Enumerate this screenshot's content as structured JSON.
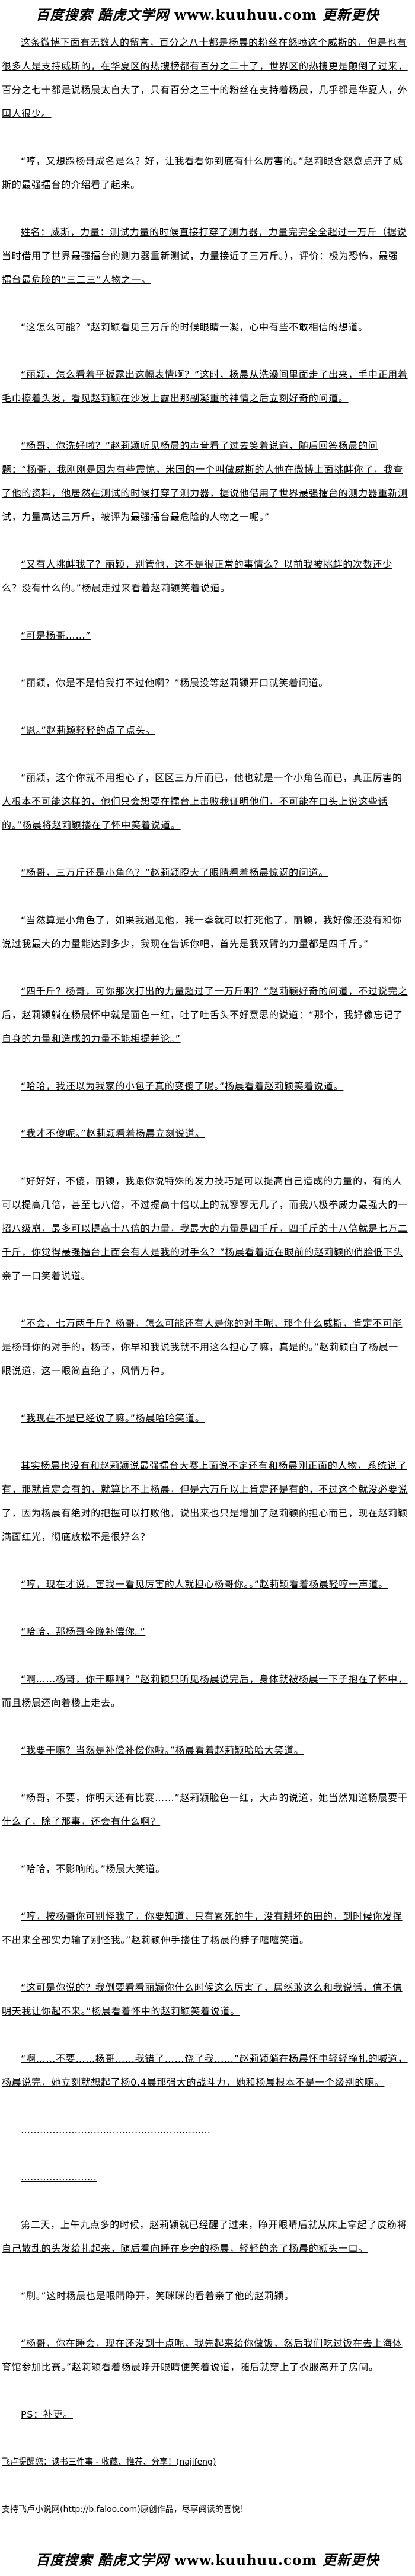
{
  "header_logo": {
    "cn_left": "百度搜索 酷虎文学网",
    "url": "www.kuuhuu.com",
    "cn_right": "更新更快"
  },
  "paragraphs": [
    "这条微博下面有无数人的留言，百分之八十都是杨晨的粉丝在怒喷这个威斯的，但是也有很多人是支持威斯的，在华夏区的热搜榜都有百分之二十了，世界区的热搜更是颠倒了过来，百分之七十都是说杨晨太自大了，只有百分之三十的粉丝在支持着杨晨，几乎都是华夏人，外国人很少。",
    "“哼，又想踩杨哥成名是么？好，让我看看你到底有什么厉害的。”赵莉眼含怒意点开了威斯的最强擂台的介绍看了起来。",
    "姓名：威斯，力量：测试力量的时候直接打穿了测力器，力量完完全全超过一万斤（据说当时借用了世界最强擂台的测力器重新测试，力量接近了三万斤。），评价：极为恐怖，最强擂台最危险的“三二三”人物之一。",
    "“这怎么可能？”赵莉颖看见三万斤的时候眼睛一凝，心中有些不敢相信的想道。",
    "“丽颖，怎么看着平板露出这幅表情啊？”这时，杨晨从洗澡间里面走了出来，手中正用着毛巾擦着头发，看见赵莉颖在沙发上露出那副凝重的神情之后立刻好奇的问道。",
    "“杨哥，你洗好啦？”赵莉颖听见杨晨的声音看了过去笑着说道，随后回答杨晨的问题：“杨哥，我刚刚是因为有些震惊，米国的一个叫做威斯的人他在微博上面挑衅你了，我查了他的资料，他居然在测试的时候打穿了测力器，据说他借用了世界最强擂台的测力器重新测试，力量高达三万斤，被评为最强擂台最危险的人物之一呢。”",
    "“又有人挑衅我了？丽颖，别管他，这不是很正常的事情么？以前我被挑衅的次数还少么？没有什么的。”杨晨走过来看着赵莉颖笑着说道。",
    "“可是杨哥……”",
    "“丽颖，你是不是怕我打不过他啊？”杨晨没等赵莉颖开口就笑着问道。",
    "“恩。”赵莉颖轻轻的点了点头。",
    "“丽颖，这个你就不用担心了，区区三万斤而已，他也就是一个小角色而已，真正厉害的人根本不可能这样的，他们只会想要在擂台上击败我证明他们，不可能在口头上说这些话的。”杨晨将赵莉颖搂在了怀中笑着说道。",
    "“杨哥，三万斤还是小角色？”赵莉颖瞪大了眼睛看着杨晨惊讶的问道。",
    "“当然算是小角色了，如果我遇见他，我一拳就可以打死他了，丽颖，我好像还没有和你说过我最大的力量能达到多少，我现在告诉你吧，首先是我双臂的力量都是四千斤。”",
    "“四千斤？杨哥，可你那次打出的力量超过了一万斤啊？”赵莉颖好奇的问道，不过说完之后，赵莉颖躺在杨晨怀中就是面色一红，吐了吐舌头不好意思的说道：“那个，我好像忘记了自身的力量和造成的力量不能相提并论。”",
    "“哈哈，我还以为我家的小包子真的变傻了呢。”杨晨看着赵莉颖笑着说道。",
    "“我才不傻呢。”赵莉颖看着杨晨立刻说道。",
    "“好好好，不傻，丽颖，我跟你说特殊的发力技巧是可以提高自己造成的力量的，有的人可以提高几倍，甚至七八倍，不过提高十倍以上的就寥寥无几了，而我八极拳威力最强大的一招八级崩，最多可以提高十八倍的力量，我最大的力量是四千斤，四千斤的十八倍就是七万二千斤，你觉得最强擂台上面会有人是我的对手么？”杨晨看着近在眼前的赵莉颖的俏脸低下头亲了一口笑着说道。",
    "“不会，七万两千斤？杨哥，怎么可能还有人是你的对手呢，那个什么威斯，肯定不可能是杨哥你的对手的，杨哥，你早和我说我就不用这么担心了嘛，真是的。”赵莉颖白了杨晨一眼说道，这一眼简直绝了，风情万种。",
    "“我现在不是已经说了嘛。”杨晨哈哈笑道。",
    "其实杨晨也没有和赵莉颖说最强擂台大赛上面说不定还有和杨晨刚正面的人物，系统说了有，那就肯定会有的，就算比不上杨晨，但是六万斤以上肯定还是有的，不过这个就没必要说了，因为杨晨有绝对的把握可以打败他，说出来也只是增加了赵莉颖的担心而已，现在赵莉颖满面红光，彻底放松不是很好么？",
    "“哼，现在才说，害我一看见厉害的人就担心杨哥你。。”赵莉颖看着杨晨轻哼一声道。",
    "“哈哈，那杨哥今晚补偿你。”",
    "“啊……杨哥，你干嘛啊？”赵莉颖只听见杨晨说完后，身体就被杨晨一下子抱在了怀中，而且杨晨还向着楼上走去。",
    "“我要干嘛？当然是补偿补偿你啦。”杨晨看着赵莉颖哈哈大笑道。",
    "“杨哥，不要，你明天还有比赛……”赵莉颖脸色一红，大声的说道，她当然知道杨晨要干什么了，除了那事，还会有什么啊？",
    "“哈哈，不影响的。”杨晨大笑道。",
    "“哼，按杨哥你可别怪我了，你要知道，只有累死的牛，没有耕坏的田的，到时候你发挥不出来全部实力输了别怪我。”赵莉颖伸手搂住了杨晨的脖子嘻嘻笑道。",
    "“这可是你说的？我倒要看看丽颖你什么时候这么厉害了，居然敢这么和我说话，信不信明天我让你起不来。”杨晨看着怀中的赵莉颖笑着说道。",
    "“啊……不要……杨哥……我错了……饶了我……”赵莉颖躺在杨晨怀中轻轻挣扎的喊道，杨晨说完，她立刻就想起了杨0.4晨那强大的战斗力，她和杨晨根本不是一个级别的嘛。",
    "……………………………………………………",
    "……………………",
    "第二天，上午九点多的时候，赵莉颖就已经醒了过来，睁开眼睛后就从床上拿起了皮筋将自己散乱的头发给扎起来，随后看向睡在身旁的杨晨，轻轻的亲了杨晨的额头一口。",
    "“刷。”这时杨晨也是眼睛睁开，笑眯眯的看着亲了他的赵莉颖。",
    "“杨哥，你在睡会，现在还没到十点呢，我先起来给你做饭，然后我们吃过饭在去上海体育馆参加比赛。”赵莉颖看着杨晨睁开眼睛便笑着说道，随后就穿上了衣服离开了房间。",
    "PS：补更。"
  ],
  "footer": {
    "reminder": "飞卢提醒您：读书三件事 - 收藏、推荐、分享！(najifeng)",
    "support": "支持飞卢小说网(http://b.faloo.com)原创作品，尽享阅读的喜悦！"
  }
}
